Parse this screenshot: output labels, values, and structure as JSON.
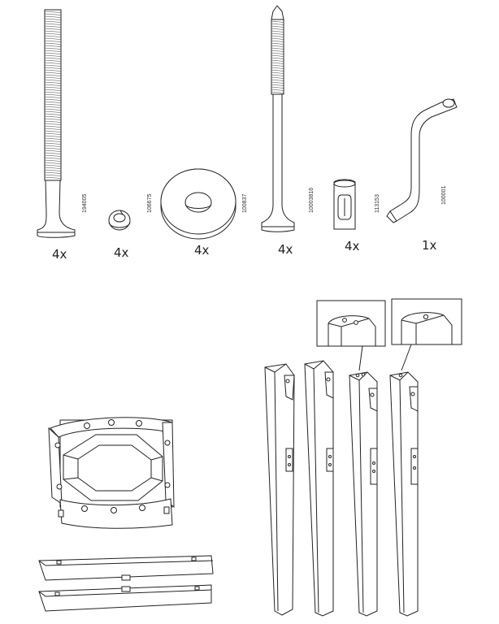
{
  "parts": [
    {
      "icon": "long-bolt-icon",
      "part_number": "194005",
      "quantity": "4x"
    },
    {
      "icon": "spring-washer-icon",
      "part_number": "106675",
      "quantity": "4x"
    },
    {
      "icon": "flat-washer-icon",
      "part_number": "100837",
      "quantity": "4x"
    },
    {
      "icon": "pointed-bolt-icon",
      "part_number": "10003816",
      "quantity": "4x"
    },
    {
      "icon": "barrel-nut-icon",
      "part_number": "113153",
      "quantity": "4x"
    },
    {
      "icon": "allen-key-icon",
      "part_number": "100001",
      "quantity": "1x"
    }
  ],
  "components": [
    {
      "icon": "square-frame-icon"
    },
    {
      "icon": "side-rail-icon",
      "count": 2
    },
    {
      "icon": "table-leg-icon",
      "count": 4
    },
    {
      "icon": "leg-detail-icon",
      "count": 2
    }
  ]
}
